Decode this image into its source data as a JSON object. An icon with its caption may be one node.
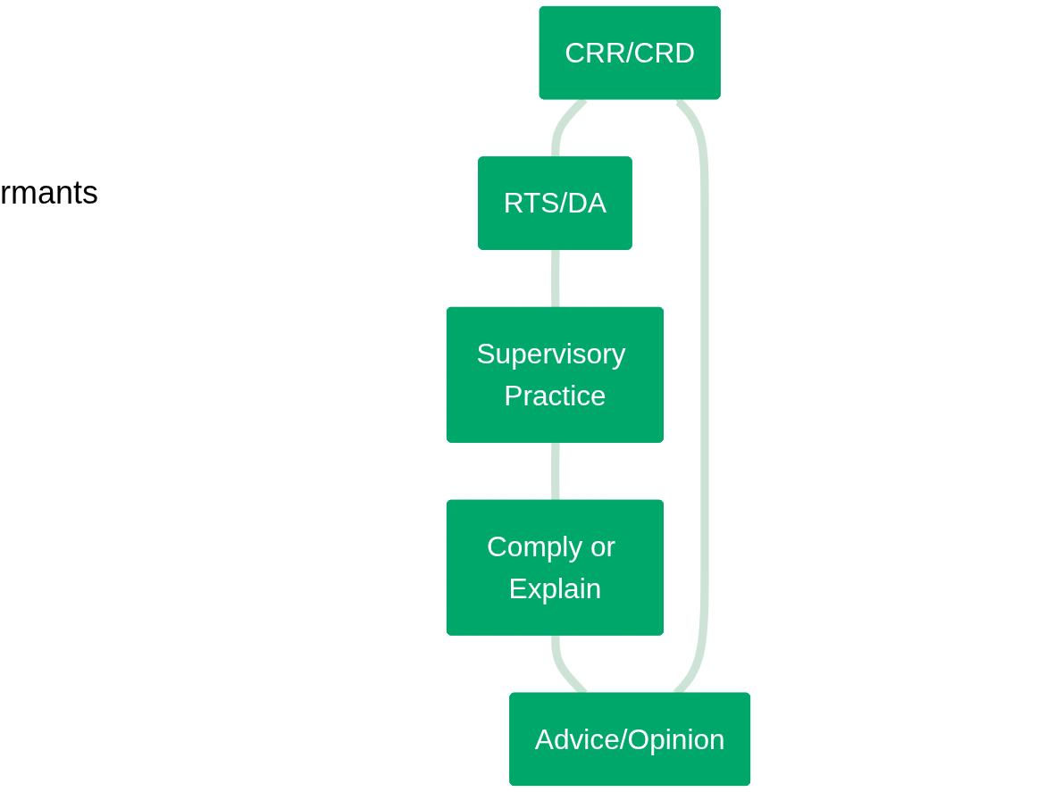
{
  "diagram": {
    "nodes": [
      {
        "text": [
          "CRR/CRD"
        ]
      },
      {
        "text": [
          "Advice/Opinion"
        ]
      },
      {
        "text": [
          "RTS/DA"
        ]
      },
      {
        "text": [
          "Comply or Explain"
        ]
      },
      {
        "text": [
          "Supervisory Practice"
        ]
      }
    ],
    "edges": [
      {
        "from": 0,
        "to": 2,
        "arrow": "none"
      },
      {
        "from": 2,
        "to": 4,
        "arrow": "none"
      },
      {
        "from": 4,
        "to": 3,
        "arrow": "none"
      },
      {
        "from": 3,
        "to": 1,
        "arrow": "none"
      },
      {
        "from": 1,
        "to": 0,
        "arrow": "to"
      }
    ],
    "labels": [
      "rmants"
    ]
  }
}
